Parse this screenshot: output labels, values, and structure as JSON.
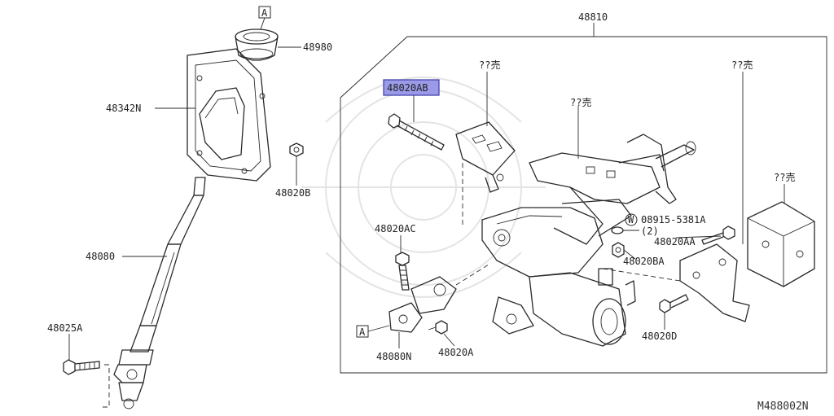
{
  "diagram_id": "M488002N",
  "colors": {
    "highlight_fill": "#9a9ae8",
    "highlight_border": "#3a3aa8",
    "line": "#2a2a2a",
    "watermark": "#e4e4e4"
  },
  "callouts": {
    "ref_a_top": "A",
    "ref_a_bottom": "A",
    "washer_symbol": "W"
  },
  "labels": {
    "p48810": "48810",
    "p48980": "48980",
    "p48342N": "48342N",
    "p48020B": "48020B",
    "p48080": "48080",
    "p48025A": "48025A",
    "p48020AB": "48020AB",
    "p48020AC": "48020AC",
    "p48080N": "48080N",
    "p48020A": "48020A",
    "p08915": "08915-5381A",
    "p08915_qty": "(2)",
    "p48020AA": "48020AA",
    "p48020BA": "48020BA",
    "p48020D": "48020D",
    "ns_bracket": "??売",
    "ns_column": "??売",
    "ns_module_top": "??売",
    "ns_module_side": "??売"
  }
}
